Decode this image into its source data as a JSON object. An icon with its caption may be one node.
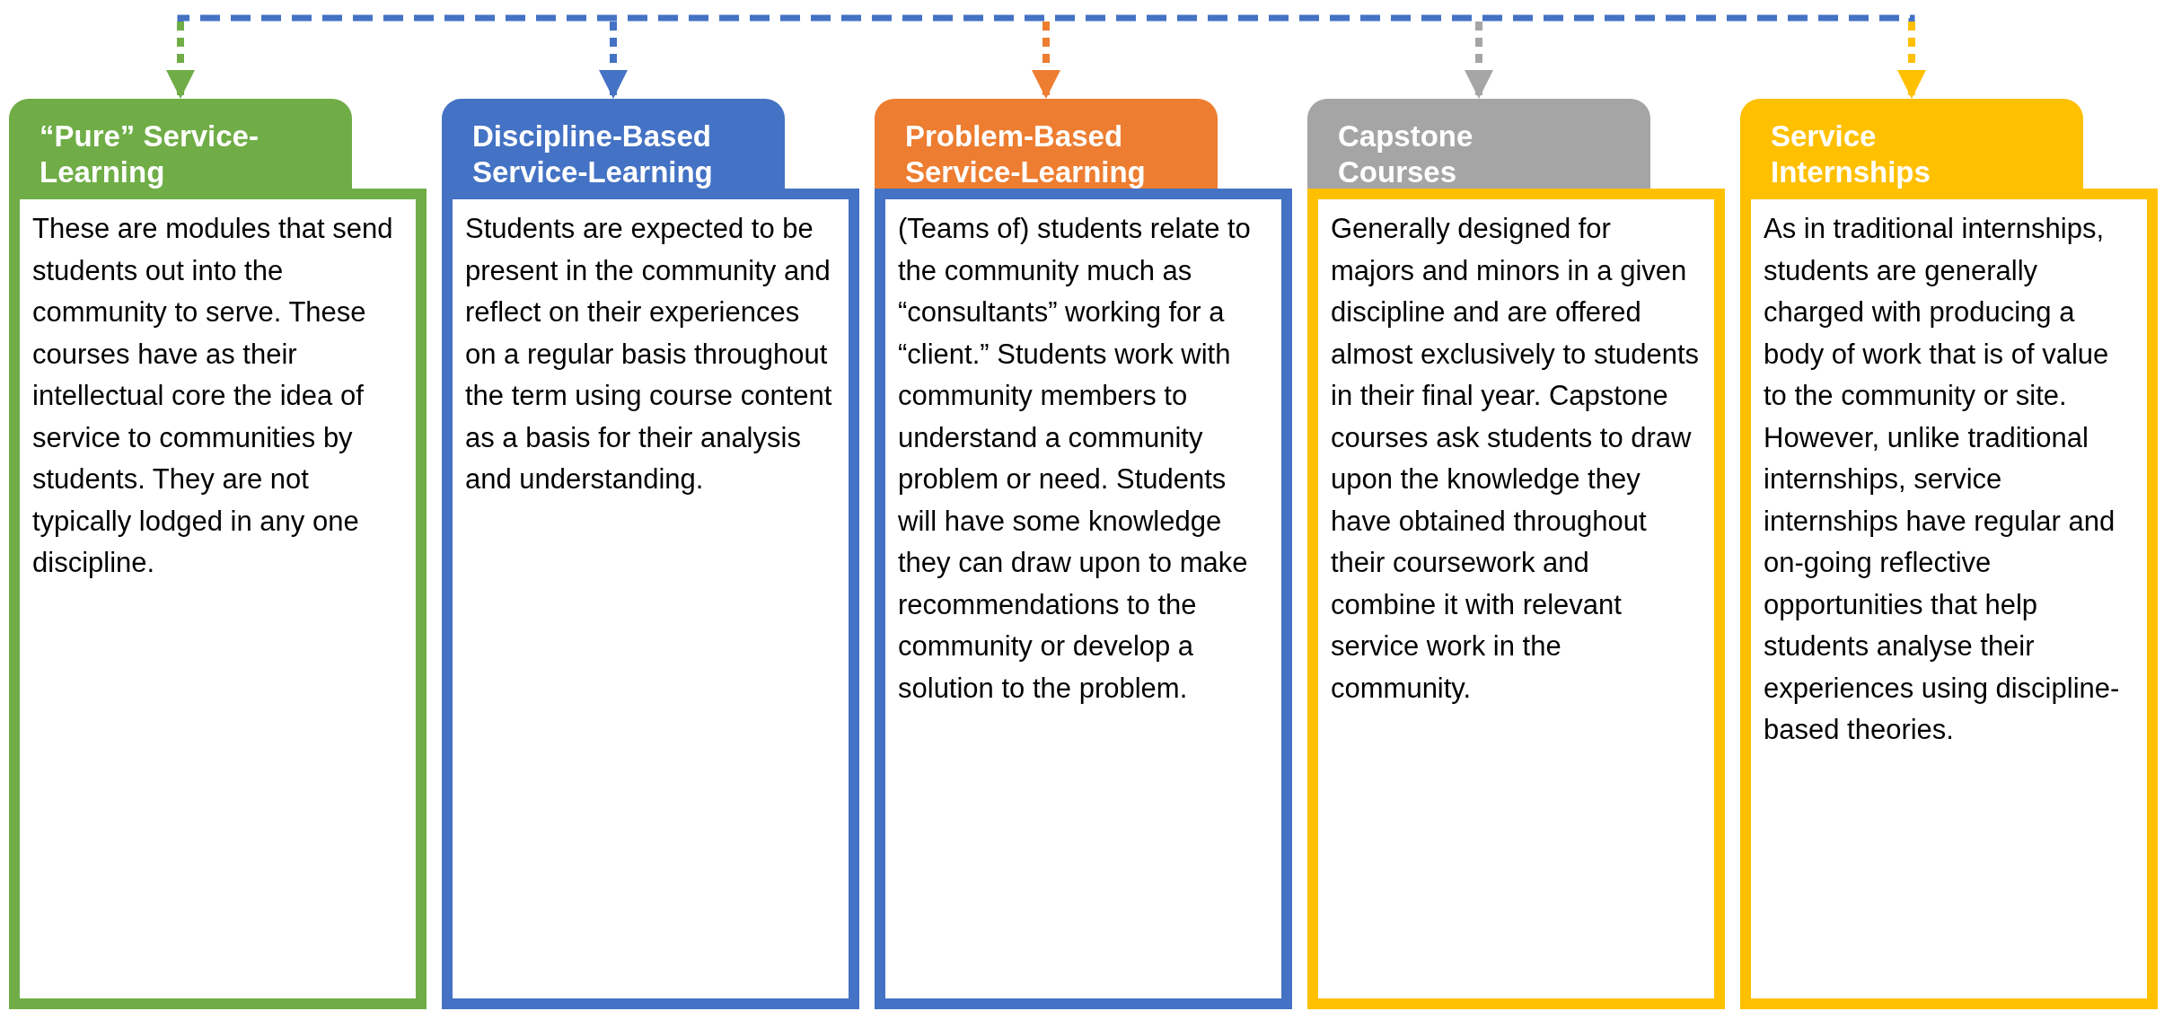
{
  "diagram": {
    "nodes": [
      {
        "text": [
          "“Pure” Service-Learning"
        ]
      },
      {
        "text": [
          "These are modules that send students out into the community to serve. These courses have as their intellectual core the idea of service to communities by students. They are not typically lodged in any one discipline."
        ]
      },
      {
        "text": [
          "Discipline-Based Service-Learning"
        ]
      },
      {
        "text": [
          "Students are expected to be present in the community and reflect on their experiences on a regular basis throughout the term using course content as a basis for their analysis and understanding."
        ]
      },
      {
        "text": [
          "Problem-Based Service-Learning"
        ]
      },
      {
        "text": [
          "(Teams of) students relate to the community much as “consultants” working for a “client.” Students work with community members to understand a community problem or need. Students will have some knowledge they can draw upon to make recommendations to the community or develop a solution to the problem."
        ]
      },
      {
        "text": [
          "Capstone Courses"
        ]
      },
      {
        "text": [
          "Generally designed for majors and minors in a given discipline and are offered almost exclusively to students in their final year. Capstone courses ask students to draw upon the knowledge they have obtained throughout their coursework and combine it with relevant service work in the community."
        ]
      },
      {
        "text": [
          "Service Internships"
        ]
      },
      {
        "text": [
          "As in traditional internships, students are generally charged with producing a body of work that is of value to the community or site. However, unlike traditional internships, service internships have regular and on-going reflective opportunities that help students analyse their experiences using discipline-based theories."
        ]
      }
    ],
    "edges": [
      {
        "from": null,
        "to": 0,
        "arrow": "to",
        "style": "dashed",
        "color": "#70ad47"
      },
      {
        "from": null,
        "to": 2,
        "arrow": "to",
        "style": "dashed",
        "color": "#4472c4"
      },
      {
        "from": null,
        "to": 4,
        "arrow": "to",
        "style": "dashed",
        "color": "#ed7d31"
      },
      {
        "from": null,
        "to": 6,
        "arrow": "to",
        "style": "dashed",
        "color": "#a5a5a5"
      },
      {
        "from": null,
        "to": 8,
        "arrow": "to",
        "style": "dashed",
        "color": "#ffc000"
      }
    ]
  }
}
